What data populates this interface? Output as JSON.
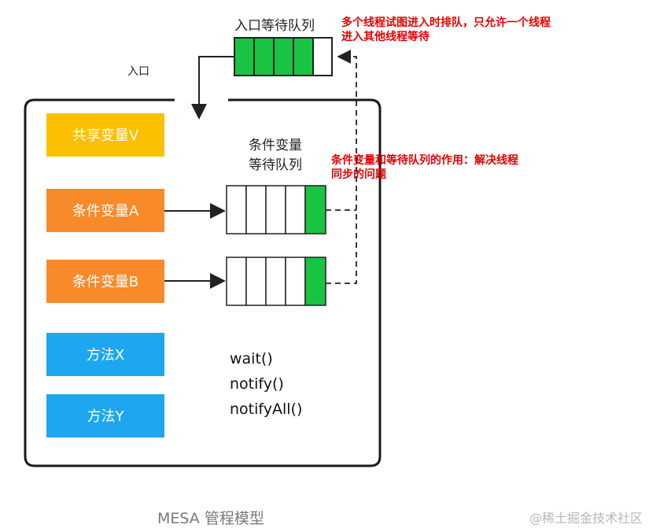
{
  "diagram": {
    "entry_queue_label": "入口等待队列",
    "entry_label": "入口",
    "note_top_line1": "多个线程试图进入时排队，只允许一个线程",
    "note_top_line2": "进入其他线程等待",
    "cond_queue_label_line1": "条件变量",
    "cond_queue_label_line2": "等待队列",
    "note_mid_line1": "条件变量和等待队列的作用：解决线程",
    "note_mid_line2": "同步的问题",
    "shared_var": "共享变量V",
    "cond_a": "条件变量A",
    "cond_b": "条件变量B",
    "method_x": "方法X",
    "method_y": "方法Y",
    "methods": [
      "wait()",
      "notify()",
      "notifyAll()"
    ]
  },
  "caption": "MESA 管程模型",
  "watermark": "@稀土掘金技术社区",
  "colors": {
    "yellow": "#fbc000",
    "orange": "#f98a2a",
    "blue": "#1ea7f0",
    "green": "#19c443",
    "red": "#e60000"
  }
}
